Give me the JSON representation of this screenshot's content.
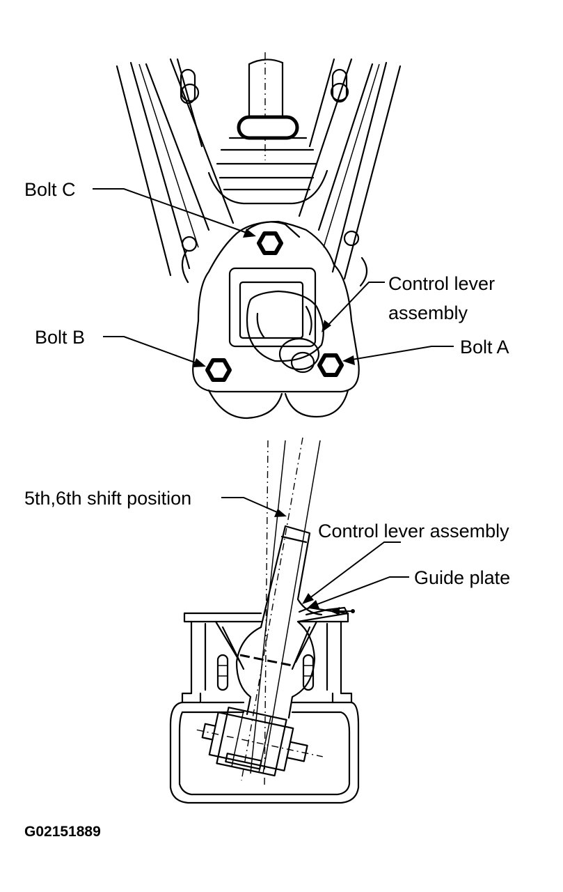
{
  "top_view": {
    "labels": {
      "bolt_c": "Bolt C",
      "bolt_b": "Bolt B",
      "bolt_a": "Bolt A",
      "control_lever_line1": "Control lever",
      "control_lever_line2": "assembly"
    }
  },
  "section_view": {
    "labels": {
      "shift_position": "5th,6th shift position",
      "control_lever": "Control lever assembly",
      "guide_plate": "Guide plate"
    }
  },
  "figure_code": "G02151889"
}
